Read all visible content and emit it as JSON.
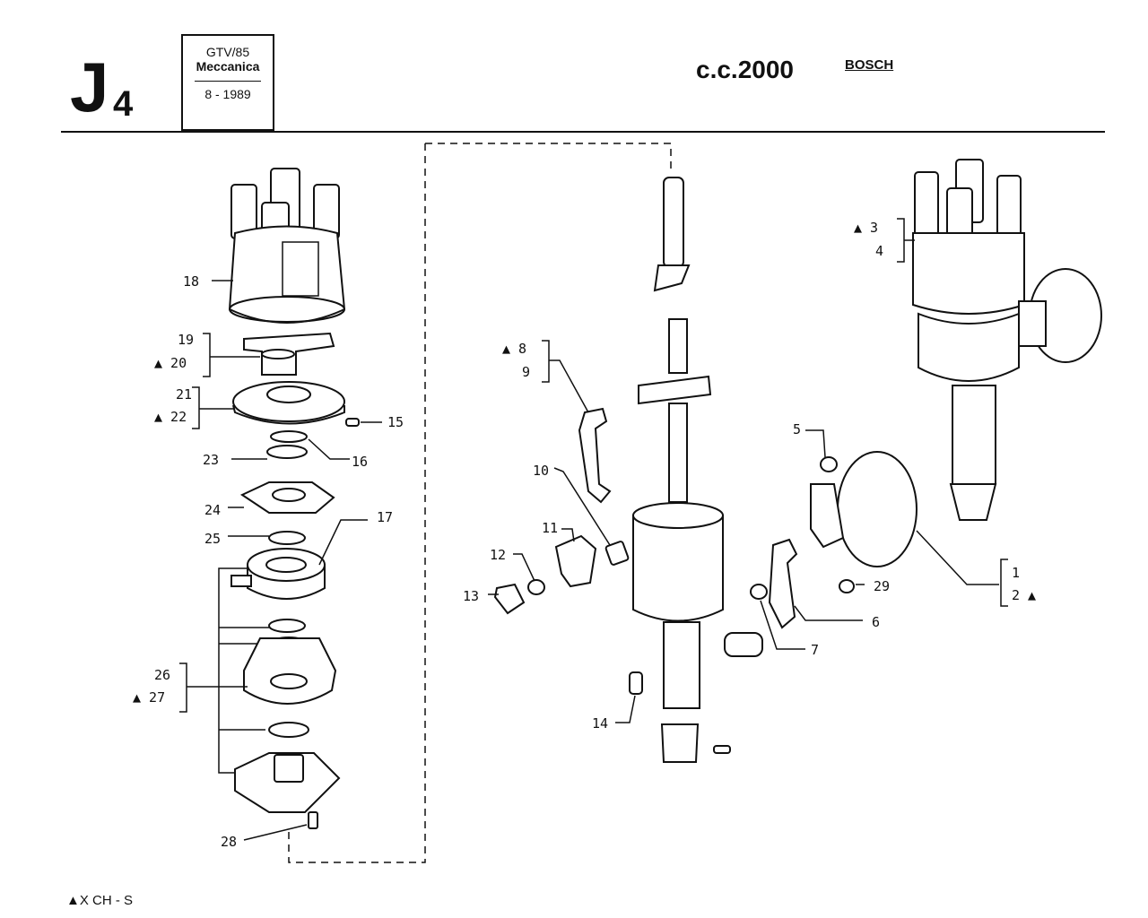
{
  "header": {
    "section": "J",
    "section_sub": "4",
    "model": "GTV/85",
    "category": "Meccanica",
    "date": "8 - 1989",
    "engine": "c.c.2000",
    "brand": "BOSCH"
  },
  "footnote": "▲X CH - S",
  "callouts": {
    "c18": "18",
    "c19": "19",
    "c20": "▲ 20",
    "c21": "21",
    "c22": "▲ 22",
    "c15": "15",
    "c23": "23",
    "c16": "16",
    "c24": "24",
    "c17": "17",
    "c25": "25",
    "c26": "26",
    "c27": "▲ 27",
    "c28": "28",
    "c8": "▲ 8",
    "c9": "9",
    "c10": "10",
    "c11": "11",
    "c12": "12",
    "c13": "13",
    "c14": "14",
    "c3": "▲ 3",
    "c4": "4",
    "c5": "5",
    "c29": "29",
    "c1": "1",
    "c2": "2 ▲",
    "c6": "6",
    "c7": "7"
  }
}
